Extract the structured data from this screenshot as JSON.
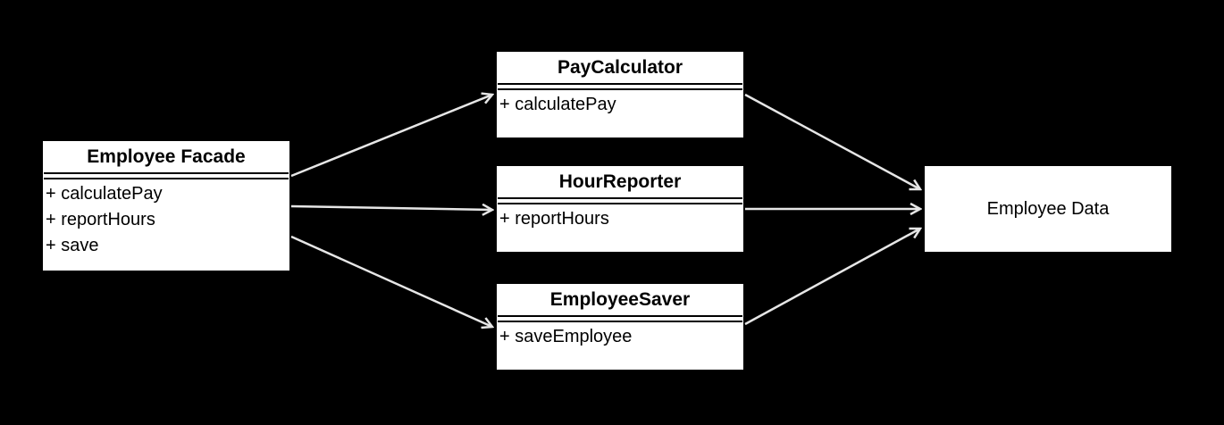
{
  "classes": {
    "facade": {
      "name": "Employee Facade",
      "ops": [
        "+ calculatePay",
        "+ reportHours",
        "+ save"
      ]
    },
    "pay_calculator": {
      "name": "PayCalculator",
      "ops": [
        "+ calculatePay"
      ]
    },
    "hour_reporter": {
      "name": "HourReporter",
      "ops": [
        "+ reportHours"
      ]
    },
    "employee_saver": {
      "name": "EmployeeSaver",
      "ops": [
        "+ saveEmployee"
      ]
    }
  },
  "data_box": {
    "label": "Employee Data"
  },
  "colors": {
    "background": "#000000",
    "box": "#ffffff",
    "arrow": "#e6e6e6",
    "text": "#000000"
  }
}
